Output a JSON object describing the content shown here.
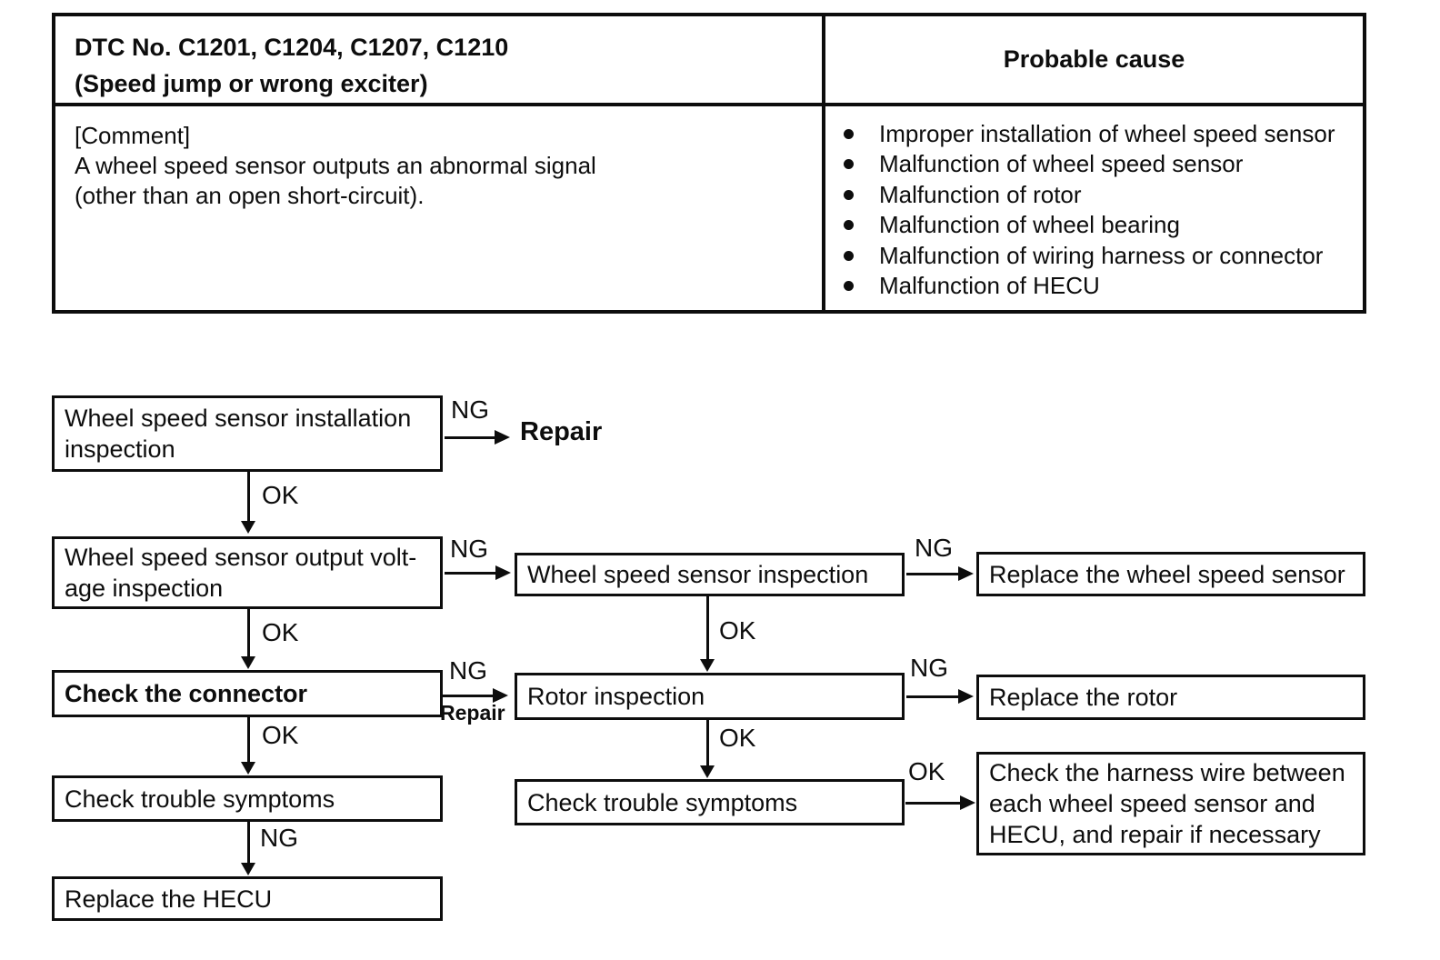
{
  "dtc_table": {
    "title_line1": "DTC No. C1201, C1204, C1207, C1210",
    "title_line2": "(Speed jump or wrong exciter)",
    "probable_cause_header": "Probable cause",
    "comment": "[Comment]\nA wheel speed sensor outputs an abnormal signal\n(other than an open short-circuit).",
    "probable_causes": [
      "Improper installation of wheel speed sensor",
      "Malfunction of wheel speed sensor",
      "Malfunction of rotor",
      "Malfunction of wheel bearing",
      "Malfunction of wiring harness or connector",
      "Malfunction of HECU"
    ]
  },
  "labels": {
    "ng": "NG",
    "ok": "OK",
    "repair": "Repair"
  },
  "flowchart": {
    "boxes": [
      {
        "text": "Wheel speed sensor installation\ninspection"
      },
      {
        "text": "Wheel speed sensor output volt-\nage inspection"
      },
      {
        "text": "Wheel speed sensor inspection"
      },
      {
        "text": "Replace the wheel speed sensor"
      },
      {
        "text": "Check the connector"
      },
      {
        "text": "Rotor inspection"
      },
      {
        "text": "Replace the rotor"
      },
      {
        "text": "Check trouble symptoms"
      },
      {
        "text": "Check trouble symptoms"
      },
      {
        "text": "Check the harness wire between\neach wheel speed sensor and\nHECU, and repair if necessary"
      },
      {
        "text": "Replace the HECU"
      }
    ]
  }
}
